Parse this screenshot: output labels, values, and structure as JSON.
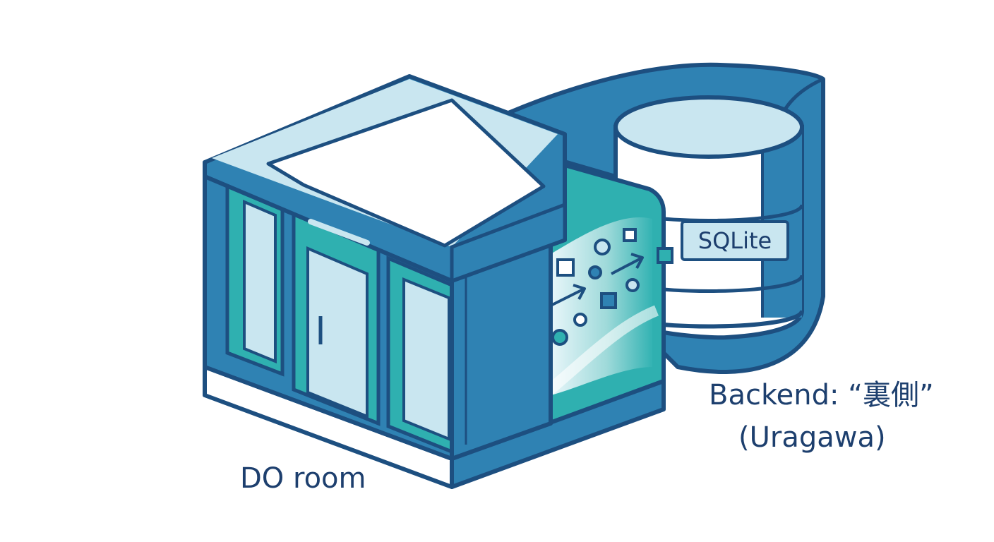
{
  "labels": {
    "do_room": "DO room",
    "backend_line1": "Backend: “裏側”",
    "backend_line2": "(Uragawa)",
    "database": "SQLite"
  },
  "colors": {
    "outline": "#1d4f80",
    "blue": "#2f82b3",
    "teal": "#2fb0b0",
    "light": "#c9e6f0",
    "text": "#1d3f6e"
  },
  "icons": {
    "room": "room-cube-icon",
    "database": "database-cylinder-icon",
    "flow": "data-flow-arrows-icon"
  }
}
